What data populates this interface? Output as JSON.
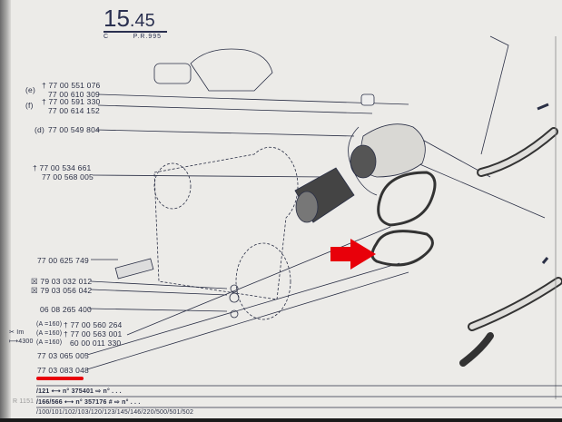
{
  "header": {
    "page_number": "15",
    "page_suffix": ".45",
    "section": "C",
    "reference": "P.R.995"
  },
  "labels": {
    "e_tag": "(e)",
    "e1": "† 77 00 551 076",
    "e2": "77 00 610 309",
    "f_tag": "(f)",
    "f1": "† 77 00 591 330",
    "f2": "77 00 614 152",
    "d_tag": "(d)",
    "d1": "77 00 549 804",
    "g1": "† 77 00 534 661",
    "g2": "77 00 568 005",
    "p1": "77 00 625 749",
    "x1": "79 03 032 012",
    "x2": "79 03 056 042",
    "p2": "06 08 265 400",
    "cond1": "(A =160)",
    "cond2": "(A =160)",
    "cond3": "(A =160)",
    "a1": "† 77 00 560 264",
    "a2": "† 77 00 563 001",
    "a3": "60 00 011 330",
    "side1": "Im",
    "side2": "4300",
    "p3": "77 03 065 005",
    "p4": "77 03 083 048"
  },
  "footer": {
    "row1": "/121 ⟷ n° 375401 ⇨ n° . . .",
    "row2": "/166/566 ⟷ n° 357176 # ⇨ n° . . .",
    "row3": "/100/101/102/103/120/123/145/146/220/500/501/502",
    "margin": "R 1151"
  },
  "colors": {
    "highlight": "#e8000a",
    "ink": "#2a2f45"
  }
}
